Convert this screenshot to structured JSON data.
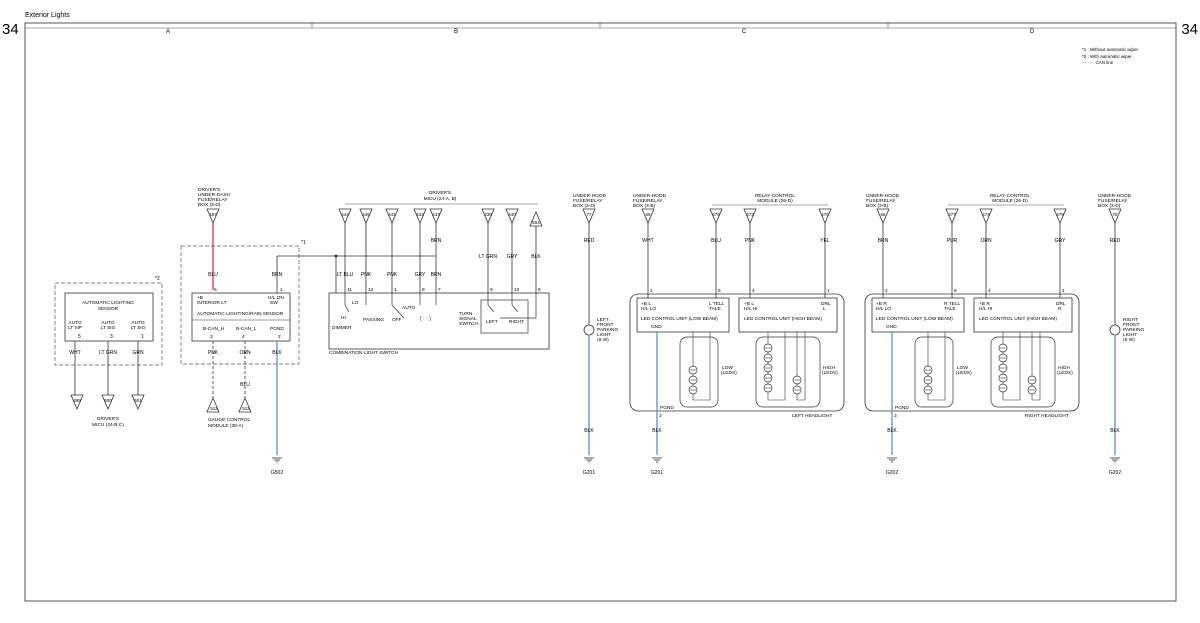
{
  "page": {
    "title": "Exterior Lights",
    "page_number": "34"
  },
  "zones": [
    "A",
    "B",
    "C",
    "D"
  ],
  "notes": [
    "*1 : Without automatic wiper.",
    "*2 : With automatic wiper.",
    "- - - - : CAN line"
  ],
  "labels": {
    "driver_under_dash_box": [
      "DRIVER'S",
      "UNDER-DASH",
      "FUSE/RELAY",
      "BOX (3-D)"
    ],
    "driver_micu_b": [
      "DRIVER'S",
      "MICU (24-A, B)"
    ],
    "driver_micu_bc": [
      "DRIVER'S",
      "MICU (24-B,C)"
    ],
    "gauge_control": [
      "GAUGE CONTROL",
      "MODULE (38-A)"
    ],
    "auto_sensor_box": [
      "AUTOMATIC LIGHTING",
      "SENSOR"
    ],
    "auto_rain_sensor": "AUTOMATIC LIGHTING/RAIN SENSOR",
    "plus_b": "+B",
    "interior_lt": "INTERIOR LT",
    "hl_on_sw": [
      "H/L ON",
      "SW"
    ],
    "b_can_h": "B-CAN_H",
    "b_can_l": "B-CAN_L",
    "pgnd": "PGND",
    "auto_lt_sip": [
      "AUTO",
      "LT SIP"
    ],
    "auto_lt_sig_o": [
      "AUTO",
      "LT SIG"
    ],
    "auto_lt_sig": [
      "AUTO",
      "LT SIG"
    ],
    "combo_switch": "COMBINATION LIGHT SWITCH",
    "hi": "HI",
    "lo": "LO",
    "dimmer": "DIMMER",
    "passing": "PASSING",
    "off": "OFF",
    "auto": "AUTO",
    "turn_signal_switch": [
      "TURN",
      "SIGNAL",
      "SWITCH"
    ],
    "left": "LEFT",
    "right": "RIGHT",
    "under_hood_3d": [
      "UNDER-HOOD",
      "FUSE/RELAY",
      "BOX (3-D)"
    ],
    "under_hood_3b": [
      "UNDER-HOOD",
      "FUSE/RELAY",
      "BOX (3-B)"
    ],
    "relay_control": [
      "RELAY CONTROL",
      "MODULE (26-D)"
    ],
    "left_parking": [
      "LEFT",
      "FRONT",
      "PARKING",
      "LIGHT",
      "(8 W)"
    ],
    "right_parking": [
      "RIGHT",
      "FRONT",
      "PARKING",
      "LIGHT",
      "(8 W)"
    ],
    "bl_hl_lo": [
      "+B L",
      "H/L LO"
    ],
    "l_tell_tale": [
      "L TELL",
      "TALE"
    ],
    "bl_hl_hi": [
      "+B L",
      "H/L HI"
    ],
    "drl_l": [
      "DRL",
      "L"
    ],
    "br_hl_lo": [
      "+B R",
      "H/L LO"
    ],
    "r_tell_tale": [
      "R TELL",
      "TALE"
    ],
    "br_hl_hi": [
      "+B R",
      "H/L HI"
    ],
    "drl_r": [
      "DRL",
      "R"
    ],
    "gnd": "GND",
    "led_low": "LED CONTROL UNIT (LOW BEAM)",
    "led_high": "LED CONTROL UNIT (HIGH BEAM)",
    "low_leds": [
      "LOW",
      "(LEDS)"
    ],
    "high_leds": [
      "HIGH",
      "(LEDS)"
    ],
    "left_headlight": "LEFT HEADLIGHT",
    "right_headlight": "RIGHT HEADLIGHT",
    "star1": "*1",
    "star2": "*2"
  },
  "connectors": {
    "c187": "187",
    "c499": "499",
    "c500": "500",
    "c501": "501",
    "c512a": "512",
    "c512b": "512",
    "c444": "444",
    "c445": "445",
    "c441": "441",
    "c442": "442",
    "c443": "443",
    "c439": "439",
    "c440": "440",
    "c504": "504",
    "c77": "77",
    "c69": "69",
    "c476a": "476",
    "c473": "473",
    "c476b": "476",
    "c68": "68",
    "c477": "477",
    "c474": "474",
    "c479": "479",
    "c76": "76"
  },
  "wires": {
    "BLU": "BLU",
    "BRN": "BRN",
    "WHT": "WHT",
    "LTGRN": "LT GRN",
    "GRN": "GRN",
    "PNK": "PNK",
    "ORN": "ORN",
    "BLK": "BLK",
    "LTBLU": "LT BLU",
    "GRY": "GRY",
    "RED": "RED",
    "YEL": "YEL",
    "PUR": "PUR"
  },
  "pins": {
    "p1": "1",
    "p2": "2",
    "p3": "3",
    "p4": "4",
    "p5": "5",
    "p6": "6",
    "p7": "7",
    "p8": "8",
    "p9": "9",
    "p10": "10",
    "p11": "11",
    "p12": "12"
  },
  "grounds": {
    "g502": "G502",
    "g201": "G201",
    "g202": "G202"
  },
  "colors": {
    "blue_wire": "#5b8fd6",
    "pink_wire": "#d2306a",
    "line": "#333333",
    "frame": "#555555"
  }
}
